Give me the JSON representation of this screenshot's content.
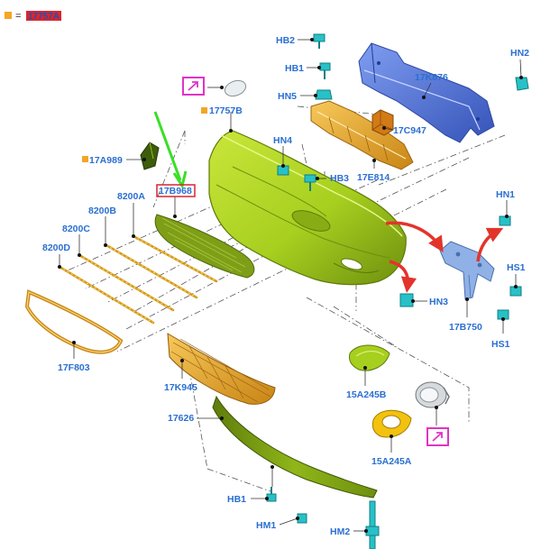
{
  "legend": {
    "equals": "=",
    "code": "17757A",
    "swatch_color": "#f5a623",
    "code_bg": "#d8262e",
    "code_fg": "#1f4fb5"
  },
  "colors": {
    "label": "#2a6fd1",
    "bumper": "#a7cf1f",
    "bumper_dark": "#6e8f0f",
    "reinforcement": "#4e72d8",
    "absorber": "#e4a21c",
    "bracket": "#7fa4de",
    "fastener": "#27c1c7",
    "arrow_red": "#e3342b",
    "arrow_green": "#39e025",
    "callout_magenta": "#e033c7"
  },
  "icons": [
    "arrow-callout-icon",
    "lamp-cover-icon",
    "fog-lamp-icon"
  ],
  "labels": {
    "HB2": "HB2",
    "HN2": "HN2",
    "HB1_top": "HB1",
    "K876": "17K876",
    "HN5": "HN5",
    "B757": "17757B",
    "C947": "17C947",
    "HN4": "HN4",
    "A989": "17A989",
    "HB3": "HB3",
    "E814": "17E814",
    "B968": "17B968",
    "A8200": "8200A",
    "HN1": "HN1",
    "B8200": "8200B",
    "C8200": "8200C",
    "D8200": "8200D",
    "HS1_right": "HS1",
    "HN3": "HN3",
    "F803": "17F803",
    "B750": "17B750",
    "HS1_low": "HS1",
    "K945": "17K945",
    "A245B": "15A245B",
    "c17626": "17626",
    "A245A": "15A245A",
    "HB1_bottom": "HB1",
    "HM1": "HM1",
    "HM2": "HM2"
  }
}
